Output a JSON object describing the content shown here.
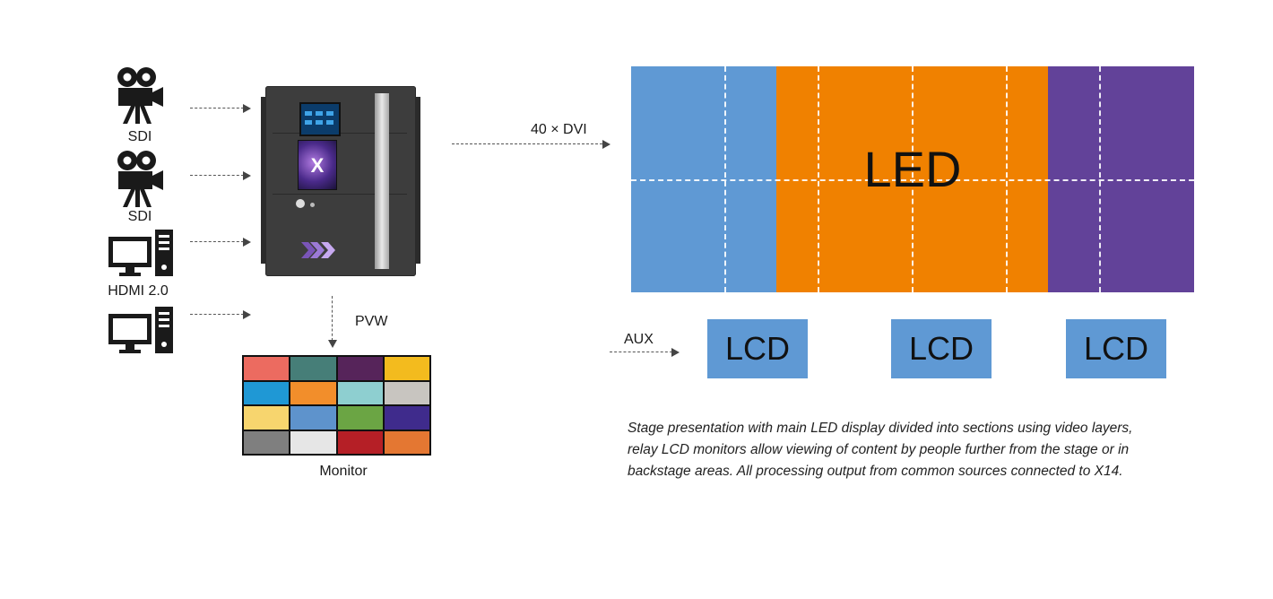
{
  "sources": [
    {
      "icon": "video-camera-icon",
      "label": "SDI"
    },
    {
      "icon": "video-camera-icon",
      "label": "SDI"
    },
    {
      "icon": "computer-icon",
      "label": "HDMI 2.0"
    },
    {
      "icon": "computer-icon",
      "label": ""
    }
  ],
  "processor": {
    "brand_letter": "X"
  },
  "output_label": "40 × DVI",
  "preview_label": "PVW",
  "monitor": {
    "label": "Monitor",
    "swatches": [
      "#ec6b60",
      "#467e78",
      "#56245a",
      "#f3bb1e",
      "#1f98d5",
      "#f28e2b",
      "#8ecfd0",
      "#c8c5c0",
      "#f7d56e",
      "#5e93cc",
      "#6ba544",
      "#3f2b8c",
      "#7f7f7f",
      "#e6e6e6",
      "#b51f26",
      "#e47732"
    ]
  },
  "led": {
    "label": "LED",
    "colors": {
      "left": "#5f99d4",
      "center": "#f08100",
      "right": "#624299"
    }
  },
  "aux_label": "AUX",
  "lcd_labels": [
    "LCD",
    "LCD",
    "LCD"
  ],
  "caption": [
    "Stage presentation with main LED display divided into sections using video layers,",
    "relay LCD monitors allow viewing of content by people further from the stage or in",
    "backstage areas. All processing output from common sources connected to X14."
  ]
}
